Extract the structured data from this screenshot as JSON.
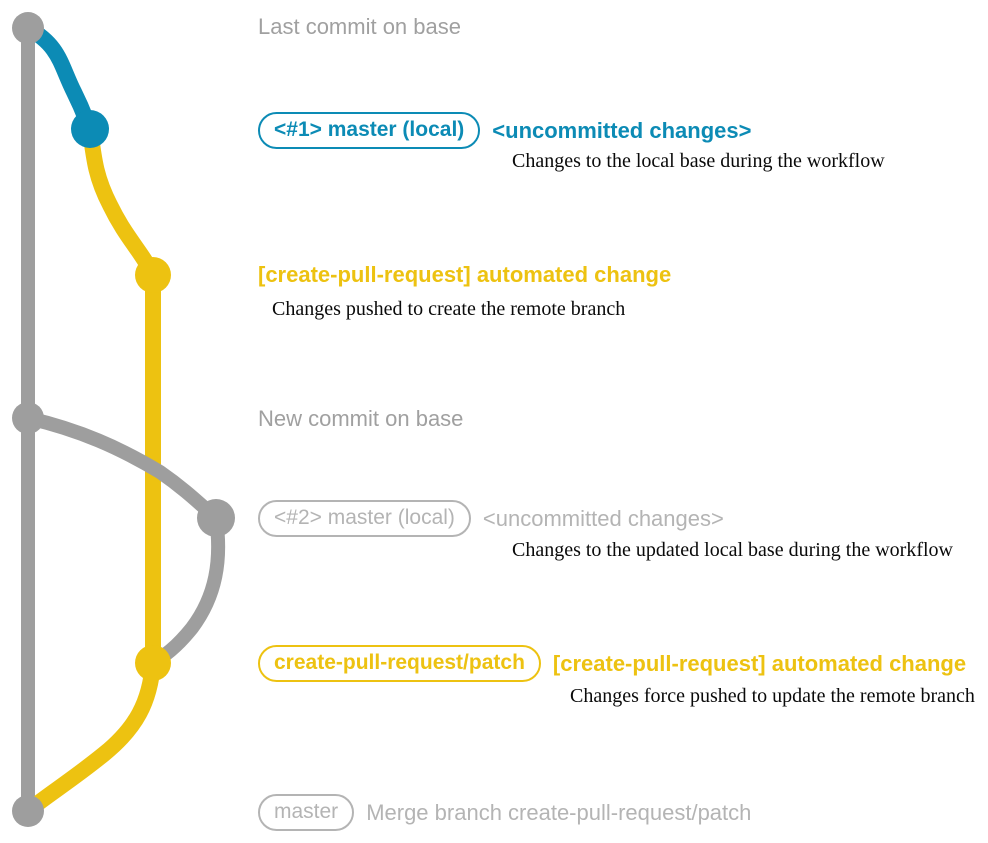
{
  "diagram": {
    "title_semantics": "git-commit-graph",
    "colors": {
      "base_gray": "#9e9e9e",
      "light_gray": "#b4b4b4",
      "branch_blue": "#0c8bb5",
      "branch_yellow": "#edc211",
      "text_black": "#0a0a0a",
      "background": "#ffffff"
    }
  },
  "commits": [
    {
      "id": "last-commit-on-base",
      "lane": "base",
      "color": "#a0a0a0",
      "headline": "Last commit on base",
      "pill": null,
      "description": null
    },
    {
      "id": "local-master-1",
      "lane": "local",
      "color": "#0c8bb5",
      "pill": "<#1> master (local)",
      "headline": "<uncommitted changes>",
      "description": "Changes to the local base during the workflow"
    },
    {
      "id": "automated-change-1",
      "lane": "patch",
      "color": "#edc211",
      "pill": null,
      "headline": "[create-pull-request] automated change",
      "description": "Changes pushed to create the remote branch"
    },
    {
      "id": "new-commit-on-base",
      "lane": "base",
      "color": "#a0a0a0",
      "pill": null,
      "headline": "New commit on base",
      "description": null
    },
    {
      "id": "local-master-2",
      "lane": "local2",
      "color": "#b4b4b4",
      "pill": "<#2> master (local)",
      "headline": "<uncommitted changes>",
      "description": "Changes to the updated local base during the workflow"
    },
    {
      "id": "automated-change-2",
      "lane": "patch",
      "color": "#edc211",
      "pill": "create-pull-request/patch",
      "headline": "[create-pull-request] automated change",
      "description": "Changes force pushed to update the remote branch"
    },
    {
      "id": "merge-commit",
      "lane": "base",
      "color": "#b4b4b4",
      "pill": "master",
      "headline": "Merge branch create-pull-request/patch",
      "description": null
    }
  ]
}
